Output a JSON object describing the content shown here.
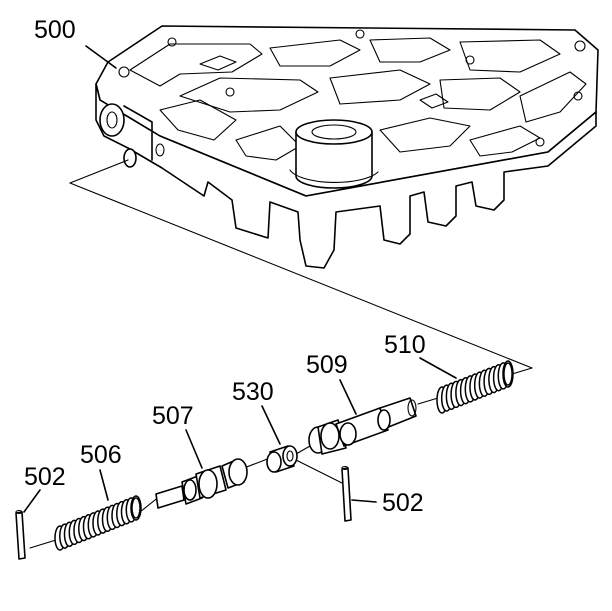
{
  "callouts": {
    "valve_body": "500",
    "pin_left": "502",
    "spring_left": "506",
    "valve_507": "507",
    "valve_530": "530",
    "valve_509": "509",
    "spring_right": "510",
    "pin_right": "502"
  }
}
